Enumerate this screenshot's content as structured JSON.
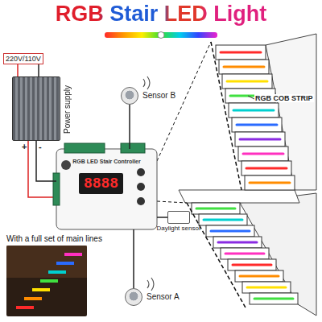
{
  "diagram": {
    "title": "RGB Stair LED Light",
    "nodes": [
      {
        "text": [
          "Power supply"
        ]
      },
      {
        "text": [
          "Sensor B"
        ]
      },
      {
        "text": [
          "RGB LED Stair Controller"
        ]
      },
      {
        "text": [
          "Daylight sensor"
        ]
      },
      {
        "text": [
          "Sensor A"
        ]
      }
    ],
    "edges": [
      {
        "from": 0,
        "to": 2,
        "arrow": "none"
      },
      {
        "from": 1,
        "to": 2,
        "arrow": "none"
      },
      {
        "from": 3,
        "to": 2,
        "arrow": "none"
      },
      {
        "from": 4,
        "to": 2,
        "arrow": "none"
      }
    ],
    "labels": [
      "220V/110V",
      "+",
      "-",
      "8888",
      "RGB COB STRIP",
      "With a full set of main lines"
    ]
  }
}
